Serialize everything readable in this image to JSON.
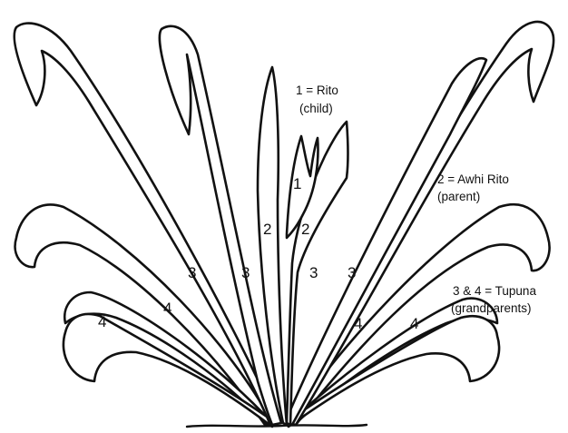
{
  "legend": {
    "rito": {
      "line1": "1 = Rito",
      "line2": "(child)"
    },
    "awhi_rito": {
      "line1": "2 = Awhi Rito",
      "line2": "(parent)"
    },
    "tupuna": {
      "line1": "3 & 4 = Tupuna",
      "line2": "(grandparents)"
    }
  },
  "leaf_numbers": {
    "rito": "1",
    "awhi_left": "2",
    "awhi_right": "2",
    "tupuna3_a": "3",
    "tupuna3_b": "3",
    "tupuna3_c": "3",
    "tupuna3_d": "3",
    "tupuna4_a": "4",
    "tupuna4_b": "4",
    "tupuna4_c": "4",
    "tupuna4_d": "4"
  }
}
